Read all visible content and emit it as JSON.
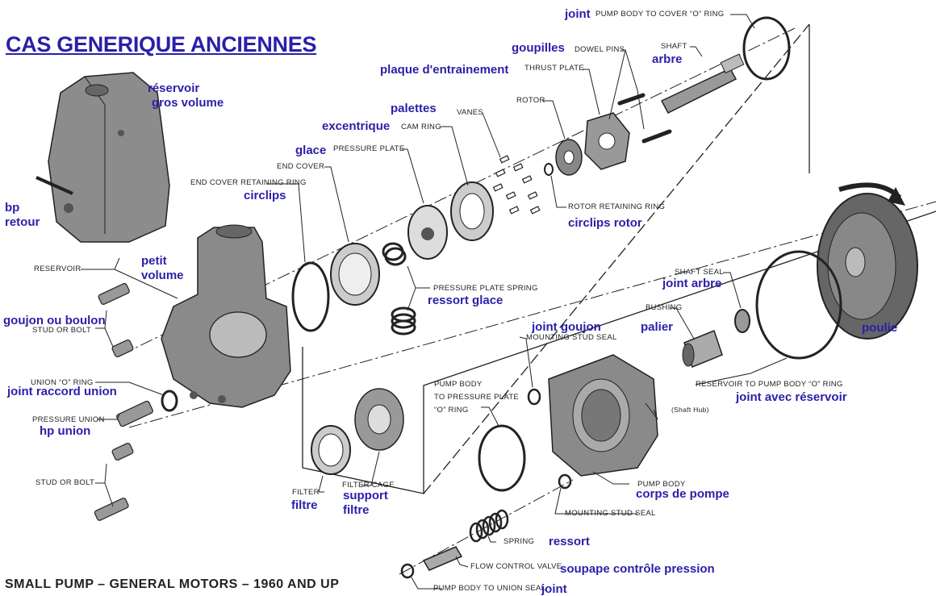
{
  "heading": "CAS GENERIQUE ANCIENNES",
  "caption": "SMALL PUMP – GENERAL MOTORS – 1960 AND UP",
  "labels_en": {
    "pump_body_to_cover_o_ring": "PUMP BODY TO COVER “O” RING",
    "dowel_pins": "DOWEL PINS",
    "shaft": "SHAFT",
    "thrust_plate": "THRUST PLATE",
    "rotor": "ROTOR",
    "vanes": "VANES",
    "cam_ring": "CAM RING",
    "pressure_plate": "PRESSURE PLATE",
    "end_cover": "END COVER",
    "end_cover_retaining_ring": "END COVER RETAINING RING",
    "rotor_retaining_ring": "ROTOR RETAINING RING",
    "reservoir": "RESERVOIR",
    "pressure_plate_spring": "PRESSURE PLATE SPRING",
    "shaft_seal": "SHAFT SEAL",
    "bushing": "BUSHING",
    "stud_or_bolt_1": "STUD OR BOLT",
    "mounting_stud_seal_1": "MOUNTING STUD SEAL",
    "union_o_ring": "UNION “O” RING",
    "reservoir_to_pump_body_o_ring": "RESERVOIR TO PUMP BODY “O” RING",
    "pump_body_to_pressure_plate_1": "PUMP BODY",
    "pump_body_to_pressure_plate_2": "TO PRESSURE PLATE",
    "pump_body_to_pressure_plate_3": "“O” RING",
    "shaft_hub": "(Shaft Hub)",
    "pressure_union": "PRESSURE UNION",
    "stud_or_bolt_2": "STUD OR BOLT",
    "filter_cage": "FILTER CAGE",
    "filter": "FILTER",
    "pump_body": "PUMP BODY",
    "mounting_stud_seal_2": "MOUNTING STUD SEAL",
    "spring": "SPRING",
    "flow_control_valve": "FLOW CONTROL VALVE",
    "pump_body_to_union_seal": "PUMP BODY TO UNION SEAL"
  },
  "labels_fr": {
    "joint_top": "joint",
    "goupilles": "goupilles",
    "arbre": "arbre",
    "plaque": "plaque d'entrainement",
    "palettes": "palettes",
    "excentrique": "excentrique",
    "glace": "glace",
    "circlips": "circlips",
    "reservoir_1": "réservoir",
    "reservoir_2": "gros volume",
    "bp": "bp",
    "retour": "retour",
    "circlips_rotor": "circlips rotor",
    "petit": "petit",
    "volume": "volume",
    "ressort_glace": "ressort glace",
    "joint_arbre": "joint arbre",
    "goujon": "goujon ou boulon",
    "joint_goujon": "joint goujon",
    "palier": "palier",
    "poulie": "poulie",
    "joint_raccord": "joint raccord union",
    "joint_reservoir": "joint avec réservoir",
    "hp_union": "hp union",
    "support": "support",
    "filtre_cage": "filtre",
    "filtre": "filtre",
    "corps": "corps de pompe",
    "ressort": "ressort",
    "soupape": "soupape contrôle pression",
    "joint_bottom": "joint"
  },
  "colors": {
    "french_label": "#2b1fa8",
    "drawing": "#222222",
    "part_fill": "#8a8a8a"
  }
}
